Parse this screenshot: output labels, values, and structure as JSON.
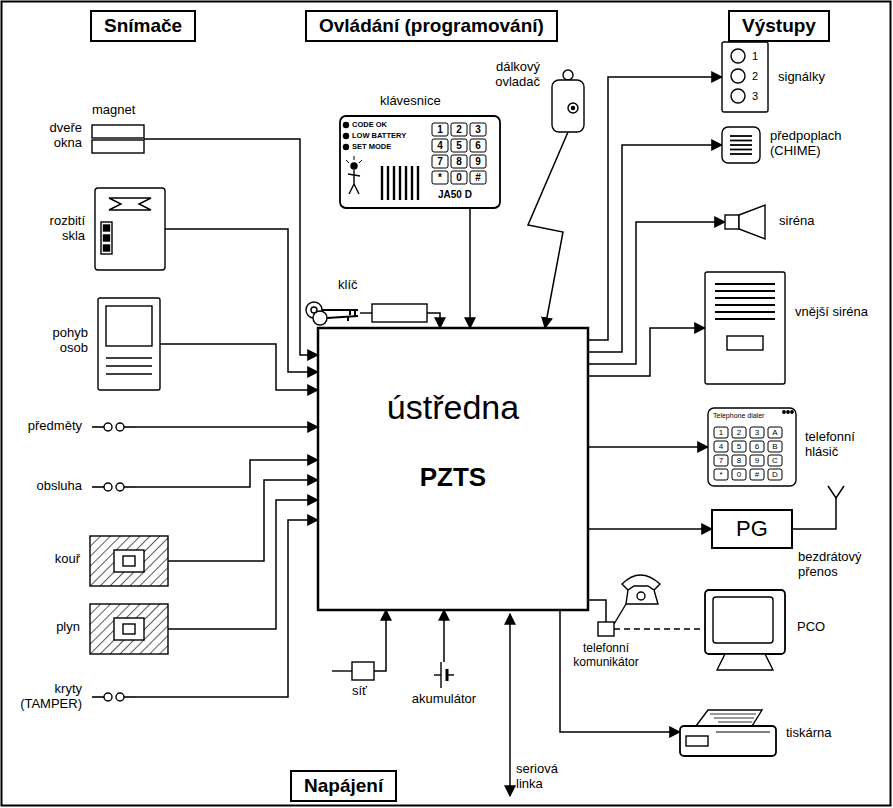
{
  "diagram": {
    "nodes": [
      {
        "text": [
          "Snímače"
        ]
      },
      {
        "text": [
          "Ovládání (programování)"
        ]
      },
      {
        "text": [
          "Výstupy"
        ]
      },
      {
        "text": [
          "magnet",
          "dveře okna"
        ]
      },
      {
        "text": [
          "rozbití skla"
        ]
      },
      {
        "text": [
          "pohyb osob"
        ]
      },
      {
        "text": [
          "předměty"
        ]
      },
      {
        "text": [
          "obsluha"
        ]
      },
      {
        "text": [
          "kouř"
        ]
      },
      {
        "text": [
          "plyn"
        ]
      },
      {
        "text": [
          "kryty (TAMPER)"
        ]
      },
      {
        "text": [
          "klávesnice"
        ]
      },
      {
        "text": [
          "klíč"
        ]
      },
      {
        "text": [
          "dálkový ovladač"
        ]
      },
      {
        "text": [
          "ústředna",
          "PZTS"
        ]
      },
      {
        "text": [
          "signálky"
        ]
      },
      {
        "text": [
          "předpoplach (CHIME)"
        ]
      },
      {
        "text": [
          "siréna"
        ]
      },
      {
        "text": [
          "vnější siréna"
        ]
      },
      {
        "text": [
          "telefonní hlásič"
        ]
      },
      {
        "text": [
          "PG",
          "bezdrátový přenos"
        ]
      },
      {
        "text": [
          "telefonní komunikátor"
        ]
      },
      {
        "text": [
          "PCO"
        ]
      },
      {
        "text": [
          "tiskárna"
        ]
      },
      {
        "text": [
          "síť"
        ]
      },
      {
        "text": [
          "akumulátor"
        ]
      },
      {
        "text": [
          "Napájení"
        ]
      }
    ],
    "edges": [
      {
        "from": 3,
        "to": 14,
        "arrow": "to"
      },
      {
        "from": 4,
        "to": 14,
        "arrow": "to"
      },
      {
        "from": 5,
        "to": 14,
        "arrow": "to"
      },
      {
        "from": 6,
        "to": 14,
        "arrow": "to"
      },
      {
        "from": 7,
        "to": 14,
        "arrow": "to"
      },
      {
        "from": 8,
        "to": 14,
        "arrow": "to"
      },
      {
        "from": 9,
        "to": 14,
        "arrow": "to"
      },
      {
        "from": 10,
        "to": 14,
        "arrow": "to"
      },
      {
        "from": 11,
        "to": 14,
        "arrow": "to"
      },
      {
        "from": 12,
        "to": 14,
        "arrow": "to"
      },
      {
        "from": 13,
        "to": 14,
        "arrow": "to"
      },
      {
        "from": 14,
        "to": 15,
        "arrow": "to"
      },
      {
        "from": 14,
        "to": 16,
        "arrow": "to"
      },
      {
        "from": 14,
        "to": 17,
        "arrow": "to"
      },
      {
        "from": 14,
        "to": 18,
        "arrow": "to"
      },
      {
        "from": 14,
        "to": 19,
        "arrow": "to"
      },
      {
        "from": 14,
        "to": 20,
        "arrow": "to"
      },
      {
        "from": 14,
        "to": 21,
        "arrow": "none"
      },
      {
        "from": 21,
        "to": 22,
        "arrow": "none"
      },
      {
        "from": 14,
        "to": 23,
        "arrow": "to"
      },
      {
        "from": 24,
        "to": 14,
        "arrow": "to"
      },
      {
        "from": 25,
        "to": 14,
        "arrow": "to"
      }
    ],
    "labels": [
      "CODE OK",
      "LOW BATTERY",
      "SET MODE",
      "1",
      "2",
      "3",
      "4",
      "5",
      "6",
      "7",
      "8",
      "9",
      "*",
      "0",
      "#",
      "JA50 D",
      "1",
      "2",
      "3",
      "Telephone dialer",
      "1",
      "2",
      "3",
      "A",
      "4",
      "5",
      "6",
      "B",
      "7",
      "8",
      "9",
      "C",
      "*",
      "0",
      "#",
      "D",
      "seriová linka"
    ]
  }
}
